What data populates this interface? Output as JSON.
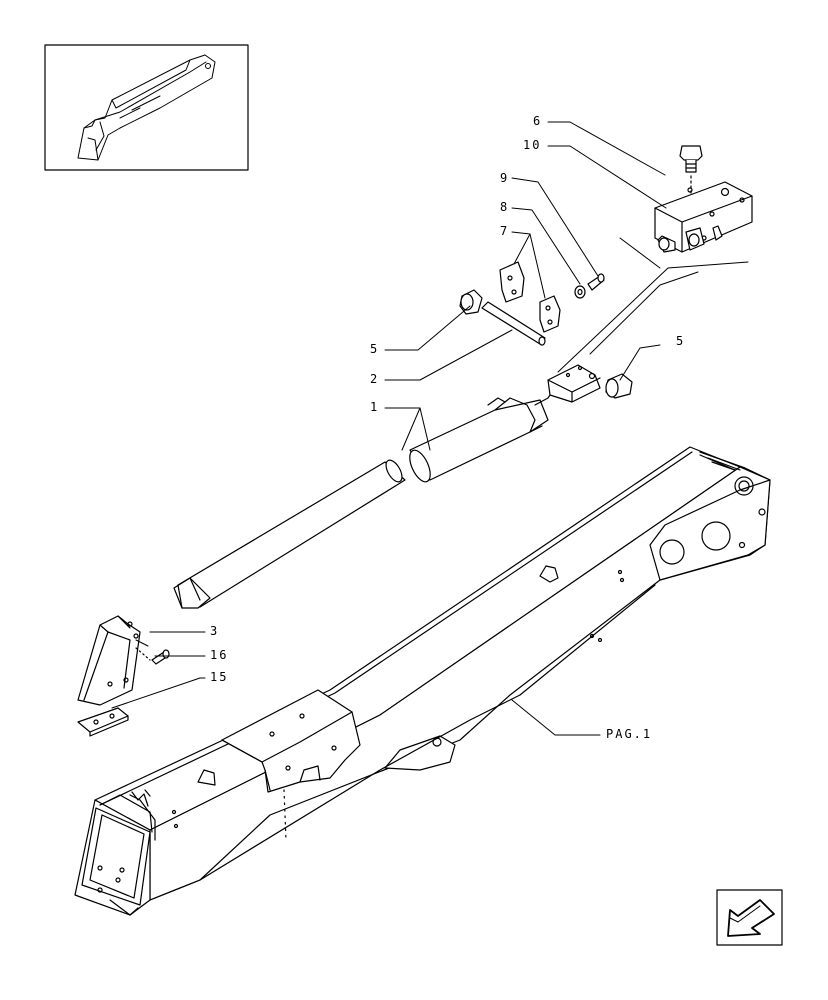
{
  "colors": {
    "line": "#000000",
    "background": "#ffffff"
  },
  "thumbnail": {
    "icon": "boom-overview-icon"
  },
  "nav_button": {
    "icon": "back-arrow-icon"
  },
  "callouts": {
    "c6": "6",
    "c10": "10",
    "c9": "9",
    "c8": "8",
    "c7": "7",
    "c5_left": "5",
    "c5_right": "5",
    "c2": "2",
    "c1": "1",
    "c3": "3",
    "c16": "16",
    "c15": "15",
    "page_ref": "PAG.1"
  }
}
